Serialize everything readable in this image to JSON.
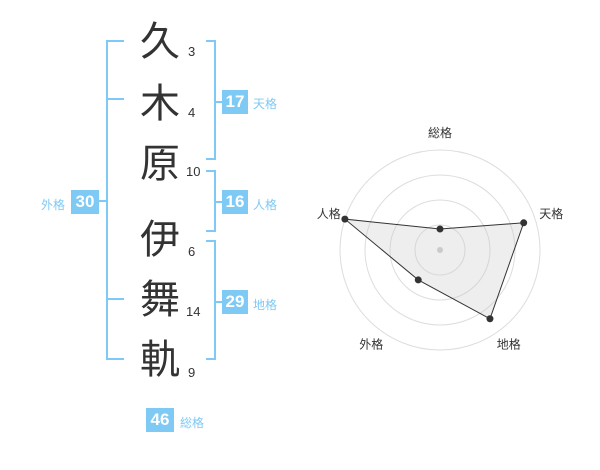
{
  "name": [
    {
      "char": "久",
      "strokes": "3"
    },
    {
      "char": "木",
      "strokes": "4"
    },
    {
      "char": "原",
      "strokes": "10"
    },
    {
      "char": "伊",
      "strokes": "6"
    },
    {
      "char": "舞",
      "strokes": "14"
    },
    {
      "char": "軌",
      "strokes": "9"
    }
  ],
  "fortunes": {
    "tenkaku": {
      "value": "17",
      "label": "天格"
    },
    "jinkaku": {
      "value": "16",
      "label": "人格"
    },
    "chikaku": {
      "value": "29",
      "label": "地格"
    },
    "gaikaku": {
      "value": "30",
      "label": "外格"
    },
    "soukaku": {
      "value": "46",
      "label": "総格"
    }
  },
  "colors": {
    "accent": "#7fc9f5",
    "text": "#333333"
  },
  "chart_data": {
    "type": "radar",
    "axes": [
      "総格",
      "天格",
      "地格",
      "外格",
      "人格"
    ],
    "values": [
      0.21,
      0.88,
      0.85,
      0.37,
      1.0
    ],
    "rings": 4,
    "max": 1.0
  }
}
